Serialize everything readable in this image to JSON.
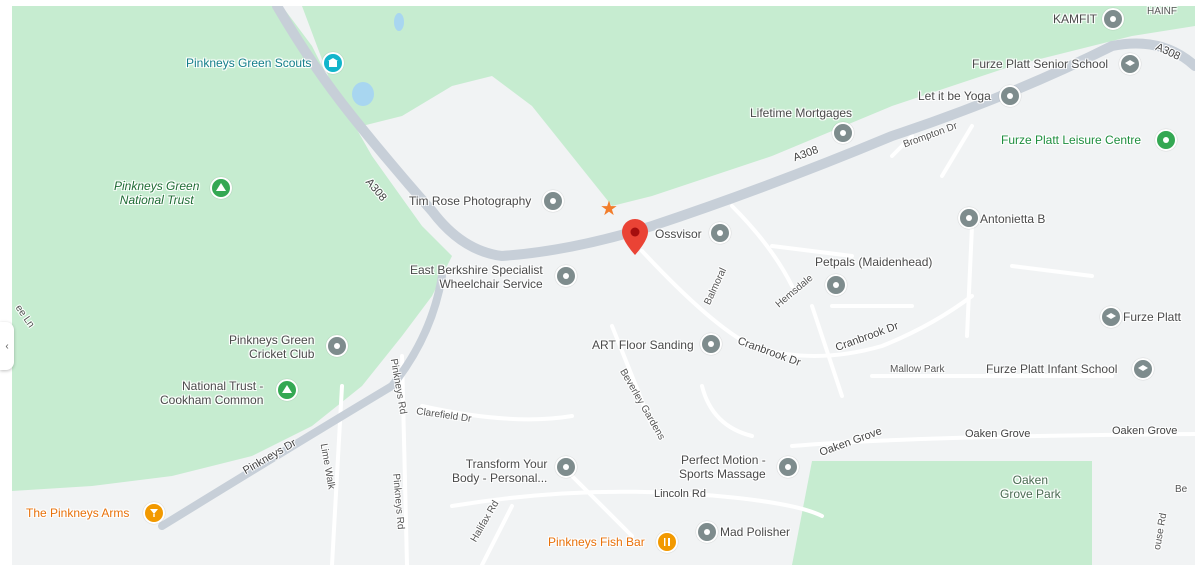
{
  "map": {
    "pois": [
      {
        "id": "pinkneys-green-scouts",
        "label": "Pinkneys Green Scouts",
        "kind": "school",
        "color": "#12b5cb"
      },
      {
        "id": "kamfit",
        "label": "KAMFIT",
        "kind": "place",
        "color": "#7e8c8d"
      },
      {
        "id": "furze-platt-senior-school",
        "label": "Furze Platt Senior School",
        "kind": "school",
        "color": "#7e8c8d"
      },
      {
        "id": "let-it-be-yoga",
        "label": "Let it be Yoga",
        "kind": "place",
        "color": "#7e8c8d"
      },
      {
        "id": "lifetime-mortgages",
        "label": "Lifetime Mortgages",
        "kind": "place",
        "color": "#7e8c8d"
      },
      {
        "id": "furze-platt-leisure-centre",
        "label": "Furze Platt Leisure Centre",
        "kind": "leisure",
        "color": "#34a853"
      },
      {
        "id": "pinkneys-green-national-trust",
        "label": "Pinkneys Green\nNational Trust",
        "kind": "park",
        "color": "#34a853"
      },
      {
        "id": "tim-rose-photography",
        "label": "Tim Rose Photography",
        "kind": "place",
        "color": "#7e8c8d"
      },
      {
        "id": "ossvisor",
        "label": "Ossvisor",
        "kind": "place",
        "color": "#7e8c8d"
      },
      {
        "id": "antonietta-b",
        "label": "Antonietta B",
        "kind": "place",
        "color": "#7e8c8d"
      },
      {
        "id": "east-berkshire-specialist",
        "label": "East Berkshire Specialist\nWheelchair Service",
        "kind": "place",
        "color": "#7e8c8d"
      },
      {
        "id": "petpals",
        "label": "Petpals (Maidenhead)",
        "kind": "place",
        "color": "#7e8c8d"
      },
      {
        "id": "furze-platt",
        "label": "Furze Platt",
        "kind": "school",
        "color": "#7e8c8d"
      },
      {
        "id": "pinkneys-green-cricket-club",
        "label": "Pinkneys Green\nCricket Club",
        "kind": "place",
        "color": "#7e8c8d"
      },
      {
        "id": "art-floor-sanding",
        "label": "ART Floor Sanding",
        "kind": "place",
        "color": "#7e8c8d"
      },
      {
        "id": "national-trust-cookham-common",
        "label": "National Trust -\nCookham Common",
        "kind": "park",
        "color": "#34a853"
      },
      {
        "id": "furze-platt-infant-school",
        "label": "Furze Platt Infant School",
        "kind": "school",
        "color": "#7e8c8d"
      },
      {
        "id": "transform-your-body",
        "label": "Transform Your\nBody - Personal...",
        "kind": "place",
        "color": "#7e8c8d"
      },
      {
        "id": "perfect-motion",
        "label": "Perfect Motion -\nSports Massage",
        "kind": "place",
        "color": "#7e8c8d"
      },
      {
        "id": "the-pinkneys-arms",
        "label": "The Pinkneys Arms",
        "kind": "bar",
        "color": "#f29900"
      },
      {
        "id": "mad-polisher",
        "label": "Mad Polisher",
        "kind": "place",
        "color": "#7e8c8d"
      },
      {
        "id": "pinkneys-fish-bar",
        "label": "Pinkneys Fish Bar",
        "kind": "restaurant",
        "color": "#f29900"
      }
    ],
    "areas": {
      "oaken_grove_park": "Oaken\nGrove Park"
    },
    "roads": {
      "a308_1": "A308",
      "a308_2": "A308",
      "a308_3": "A308",
      "brompton_dr": "Brompton Dr",
      "balmoral": "Balmoral",
      "hemsdale": "Hemsdale",
      "cranbrook_dr_1": "Cranbrook Dr",
      "cranbrook_dr_2": "Cranbrook Dr",
      "mallow_park": "Mallow Park",
      "beverley_gardens": "Beverley Gardens",
      "clarefield_dr": "Clarefield Dr",
      "pinkneys_rd_1": "Pinkneys Rd",
      "pinkneys_rd_2": "Pinkneys Rd",
      "pinkneys_dr": "Pinkneys Dr",
      "lime_walk": "Lime Walk",
      "oaken_grove_1": "Oaken Grove",
      "oaken_grove_2": "Oaken Grove",
      "oaken_grove_3": "Oaken Grove",
      "lincoln_rd": "Lincoln Rd",
      "halifax_rd": "Halifax Rd",
      "lee_ln": "ee Ln",
      "ouse_rd": "ouse Rd",
      "be": "Be",
      "hainf": "HAINF"
    },
    "colors": {
      "green_area": "#c6ecd0",
      "land": "#f1f3f4",
      "road_minor": "#ffffff",
      "road_major": "#c7cfd8",
      "water": "#a8d6f0",
      "selected_pin": "#ea4335",
      "star": "#f27d2b"
    },
    "selected_pin_icon": "location-pin-icon",
    "star_icon": "star-icon",
    "side_tab_icon": "chevron-left-icon",
    "side_tab_glyph": "‹"
  }
}
